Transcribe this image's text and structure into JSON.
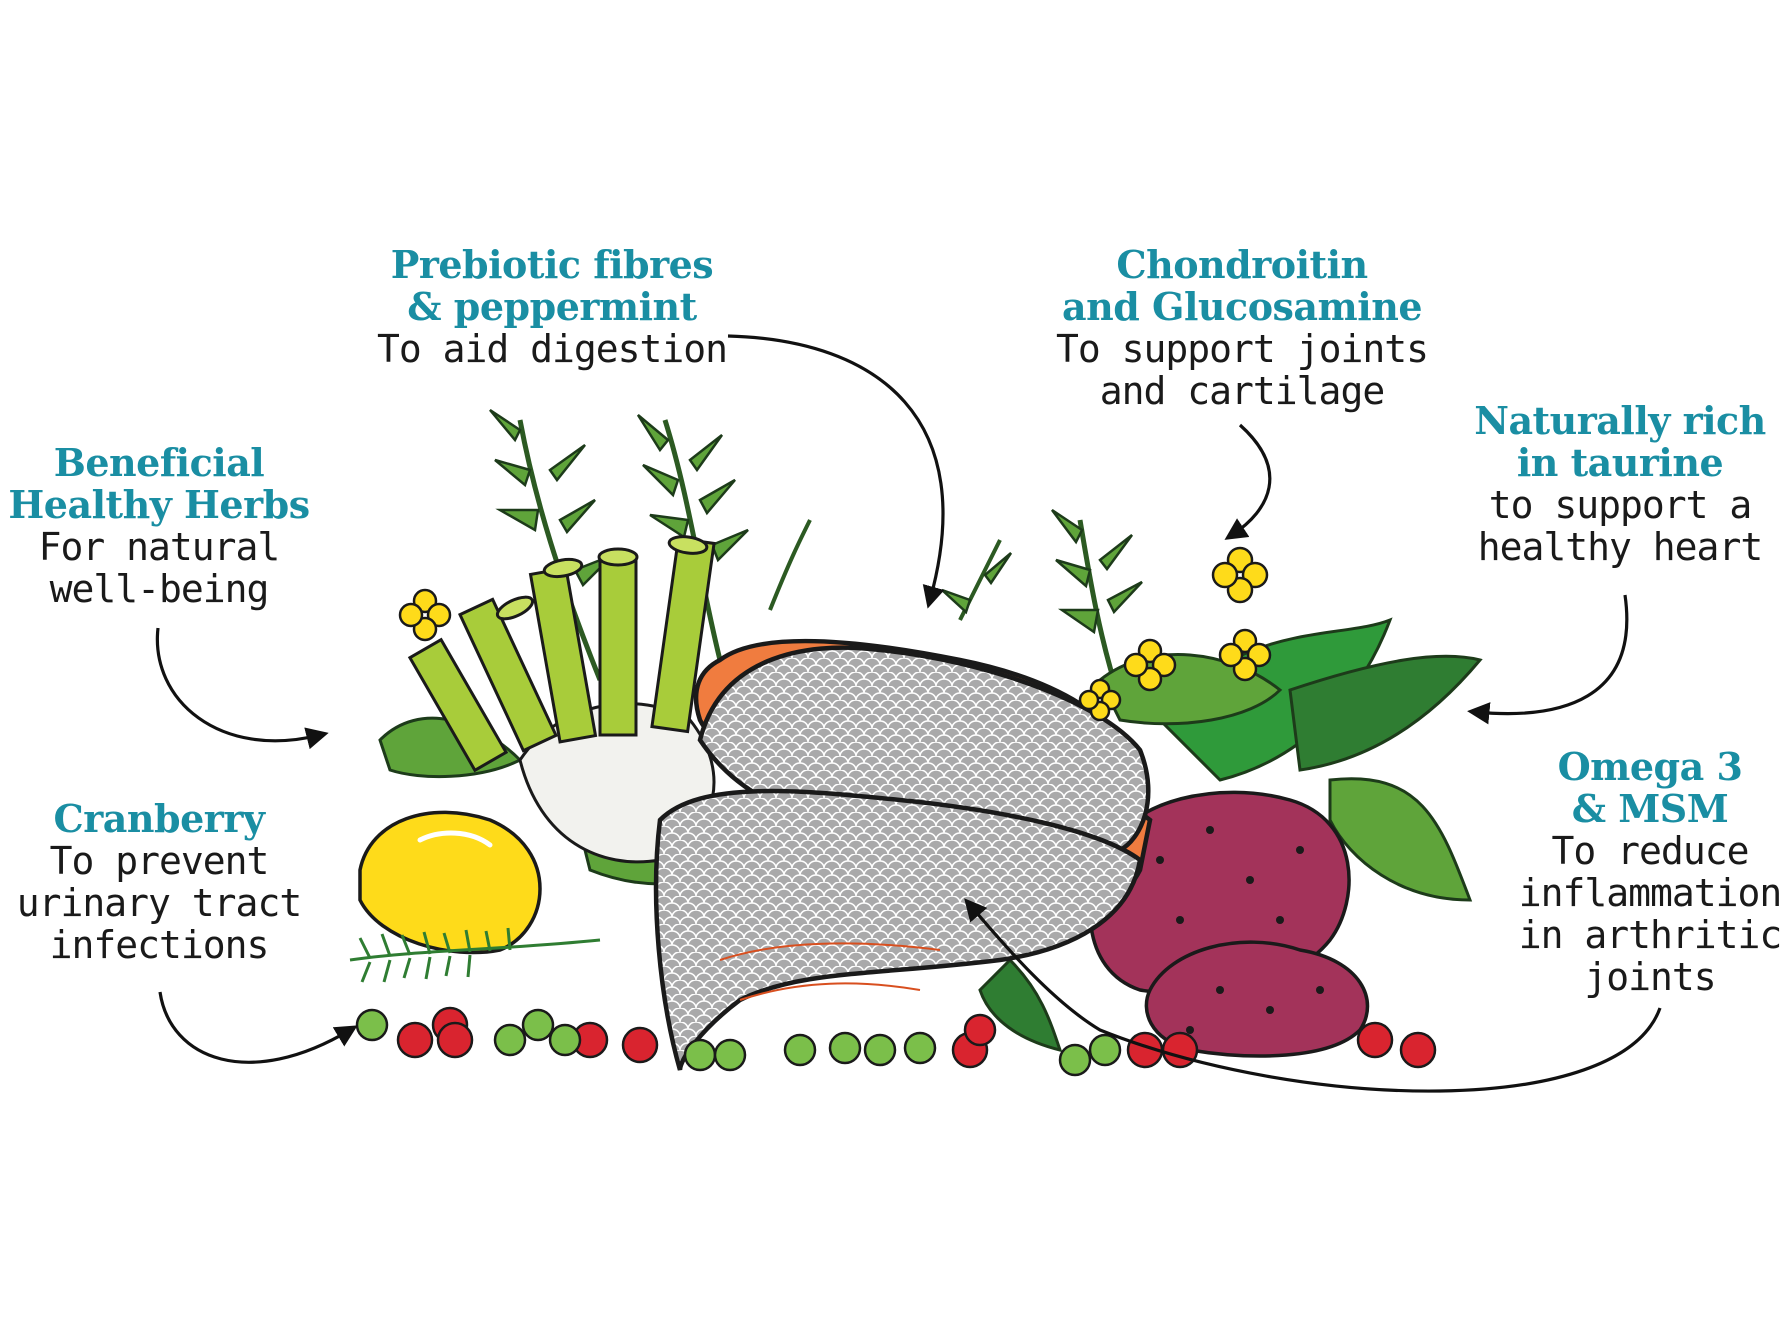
{
  "colors": {
    "heading": "#1a8ea3",
    "body_text": "#1a1a1a",
    "salmon": "#f07c3f",
    "fish_skin": "#a9a9aa",
    "potato": "#a3335a",
    "herb_green": "#5fa43a",
    "dark_green": "#2f7d32",
    "flower_yellow": "#fedb1a",
    "lemon": "#fedb1a",
    "cranberry": "#d9242f",
    "pea": "#7bbf4a",
    "fennel": "#a8cc3a"
  },
  "callouts": {
    "herbs": {
      "heading": [
        "Beneficial",
        "Healthy Herbs"
      ],
      "body": [
        "For natural",
        "well-being"
      ]
    },
    "prebiotic": {
      "heading": [
        "Prebiotic fibres",
        "& peppermint"
      ],
      "body": [
        "To aid digestion"
      ]
    },
    "chondroitin": {
      "heading": [
        "Chondroitin",
        "and Glucosamine"
      ],
      "body": [
        "To support joints",
        "and cartilage"
      ]
    },
    "taurine": {
      "heading": [
        "Naturally rich",
        "in taurine"
      ],
      "body": [
        "to support a",
        "healthy heart"
      ]
    },
    "cranberry": {
      "heading": [
        "Cranberry"
      ],
      "body": [
        "To prevent",
        "urinary tract",
        "infections"
      ]
    },
    "omega": {
      "heading": [
        "Omega 3",
        "& MSM"
      ],
      "body": [
        "To reduce",
        "inflammation",
        "in arthritic",
        "joints"
      ]
    }
  },
  "illustration": {
    "items": [
      "rosemary-sprig",
      "fennel-bulb",
      "lemon",
      "salmon-fillet",
      "purple-potato",
      "yellow-flower",
      "cranberry-berry",
      "green-pea",
      "leafy-greens"
    ]
  }
}
